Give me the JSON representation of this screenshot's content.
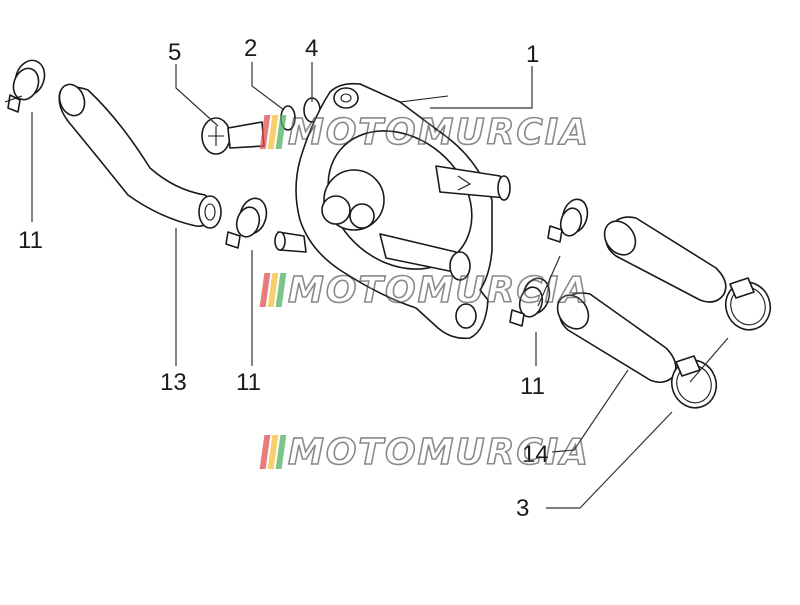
{
  "callouts": {
    "c5": "5",
    "c2": "2",
    "c4": "4",
    "c1": "1",
    "c11_left": "11",
    "c13": "13",
    "c11_mid": "11",
    "c11_right": "11",
    "c14": "14",
    "c3": "3"
  },
  "watermark": {
    "text": "MOTOMURCIA",
    "stripe_colors": [
      "#e05050",
      "#f0c040",
      "#50b060"
    ]
  }
}
